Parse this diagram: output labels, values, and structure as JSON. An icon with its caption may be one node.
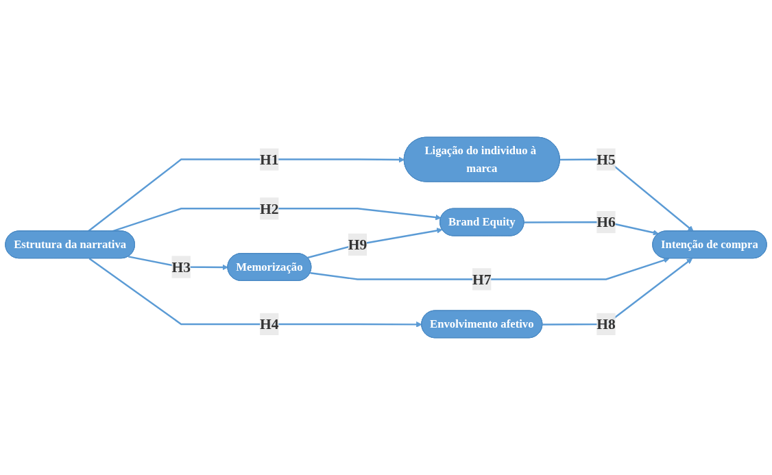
{
  "diagram": {
    "nodes": [
      {
        "text": [
          "Estrutura da narrativa"
        ]
      },
      {
        "text": [
          "Ligação do individuo à marca"
        ]
      },
      {
        "text": [
          "Brand Equity"
        ]
      },
      {
        "text": [
          "Memorização"
        ]
      },
      {
        "text": [
          "Envolvimento afetivo"
        ]
      },
      {
        "text": [
          "Intenção de compra"
        ]
      }
    ],
    "edges": [
      {
        "from": 0,
        "to": 1,
        "arrow": "to",
        "label": "H1"
      },
      {
        "from": 0,
        "to": 2,
        "arrow": "to",
        "label": "H2"
      },
      {
        "from": 0,
        "to": 3,
        "arrow": "to",
        "label": "H3"
      },
      {
        "from": 0,
        "to": 4,
        "arrow": "to",
        "label": "H4"
      },
      {
        "from": 1,
        "to": 5,
        "arrow": "to",
        "label": "H5"
      },
      {
        "from": 2,
        "to": 5,
        "arrow": "to",
        "label": "H6"
      },
      {
        "from": 3,
        "to": 5,
        "arrow": "to",
        "label": "H7"
      },
      {
        "from": 4,
        "to": 5,
        "arrow": "to",
        "label": "H8"
      },
      {
        "from": 3,
        "to": 2,
        "arrow": "to",
        "label": "H9"
      }
    ]
  }
}
